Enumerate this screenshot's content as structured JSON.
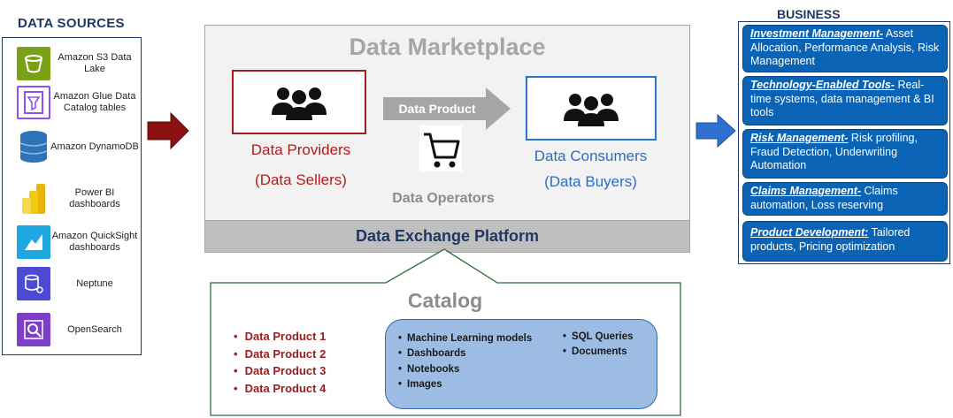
{
  "data_sources": {
    "title": "DATA SOURCES",
    "items": [
      {
        "label": "Amazon S3 Data Lake",
        "icon": "amazon-s3-icon",
        "color": "#7aa116"
      },
      {
        "label": "Amazon Glue Data Catalog tables",
        "icon": "glue-data-catalog-icon",
        "color": "#8c4fff"
      },
      {
        "label": "Amazon DynamoDB",
        "icon": "dynamodb-icon",
        "color": "#2e73b8"
      },
      {
        "label": "Power BI dashboards",
        "icon": "power-bi-icon",
        "color": "#f2c811"
      },
      {
        "label": "Amazon QuickSight dashboards",
        "icon": "quicksight-icon",
        "color": "#1fa8e0"
      },
      {
        "label": "Neptune",
        "icon": "neptune-icon",
        "color": "#4d4ad4"
      },
      {
        "label": "OpenSearch",
        "icon": "opensearch-icon",
        "color": "#7d3fc8"
      }
    ]
  },
  "marketplace": {
    "title": "Data Marketplace",
    "providers": {
      "name": "Data Providers",
      "role": "(Data Sellers)"
    },
    "consumers": {
      "name": "Data Consumers",
      "role": "(Data Buyers)"
    },
    "product_arrow": "Data Product",
    "operators": "Data Operators",
    "platform": "Data Exchange Platform"
  },
  "catalog": {
    "title": "Catalog",
    "products": [
      "Data Product 1",
      "Data Product 2",
      "Data Product 3",
      "Data Product 4"
    ],
    "col1": [
      "Machine Learning models",
      "Dashboards",
      "Notebooks",
      "Images"
    ],
    "col2": [
      "SQL Queries",
      "Documents"
    ]
  },
  "business": {
    "title": "BUSINESS",
    "items": [
      {
        "head": "Investment Management-",
        "text": " Asset Allocation, Performance Analysis, Risk Management"
      },
      {
        "head": "Technology-Enabled Tools-",
        "text": " Real-time systems, data management & BI tools"
      },
      {
        "head": "Risk Management-",
        "text": " Risk profiling, Fraud Detection, Underwriting Automation"
      },
      {
        "head": "Claims Management-",
        "text": "  Claims automation, Loss reserving"
      },
      {
        "head": "Product Development:",
        "text": "  Tailored products, Pricing optimization"
      }
    ]
  }
}
